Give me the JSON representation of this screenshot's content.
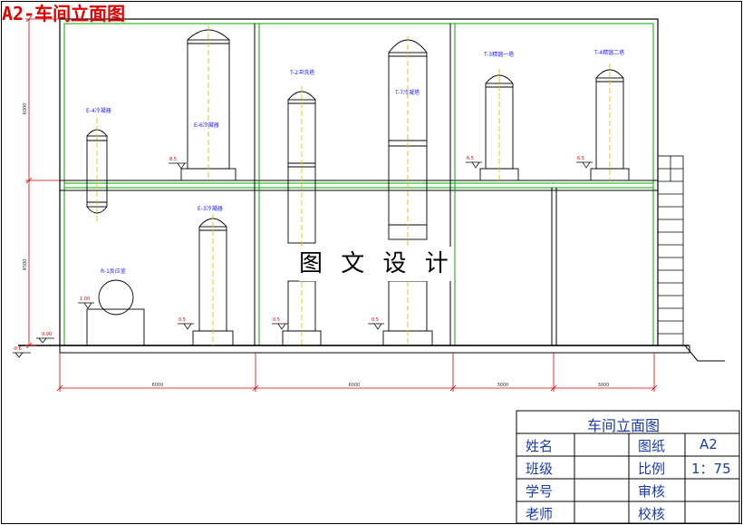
{
  "header": {
    "title": "A2-车间立面图"
  },
  "watermark": "图 文 设 计",
  "equipment": {
    "e4": "E-4冷凝器",
    "e6": "E-6冷凝器",
    "t2": "T-2冲洗塔",
    "t7": "T-7冷凝塔",
    "t3": "T-3精馏一塔",
    "t4": "T-4精馏二塔",
    "e3": "E-3冷凝器",
    "r1": "R-1反应釜"
  },
  "elevations": {
    "e6_base": "8.5",
    "t3_base": "6.5",
    "t4_base": "6.5",
    "e3_base": "0.5",
    "t2_base": "0.5",
    "t7_base": "0.5",
    "r1_base": "1.00",
    "ground": "0.00",
    "outside": "-0.6"
  },
  "dimensions": {
    "bay1": "6000",
    "bay2": "6000",
    "bay3": "3000",
    "bay4": "3000",
    "upper_height": "6000",
    "lower_height": "4500"
  },
  "title_block": {
    "drawing_title": "车间立面图",
    "name_label": "姓名",
    "class_label": "班级",
    "student_id_label": "学号",
    "teacher_label": "老师",
    "drawing_label": "图纸",
    "drawing_size": "A2",
    "scale_label": "比例",
    "scale_value": "1：75",
    "review_label": "审核",
    "check_label": "校核"
  }
}
